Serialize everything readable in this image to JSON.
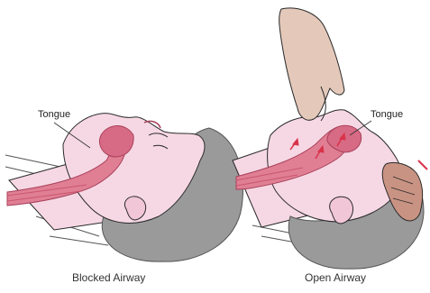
{
  "panels": [
    {
      "tongue_label": "Tongue",
      "caption": "Blocked Airway"
    },
    {
      "tongue_label": "Tongue",
      "caption": "Open Airway"
    }
  ],
  "colors": {
    "skin": "#f6d8e4",
    "skin_outline": "#2a2a2a",
    "airway": "#e07f94",
    "airway_dark": "#c9566f",
    "hair": "#9a9a9a",
    "hand": "#e4c9ba",
    "arrow": "#d9334a"
  }
}
